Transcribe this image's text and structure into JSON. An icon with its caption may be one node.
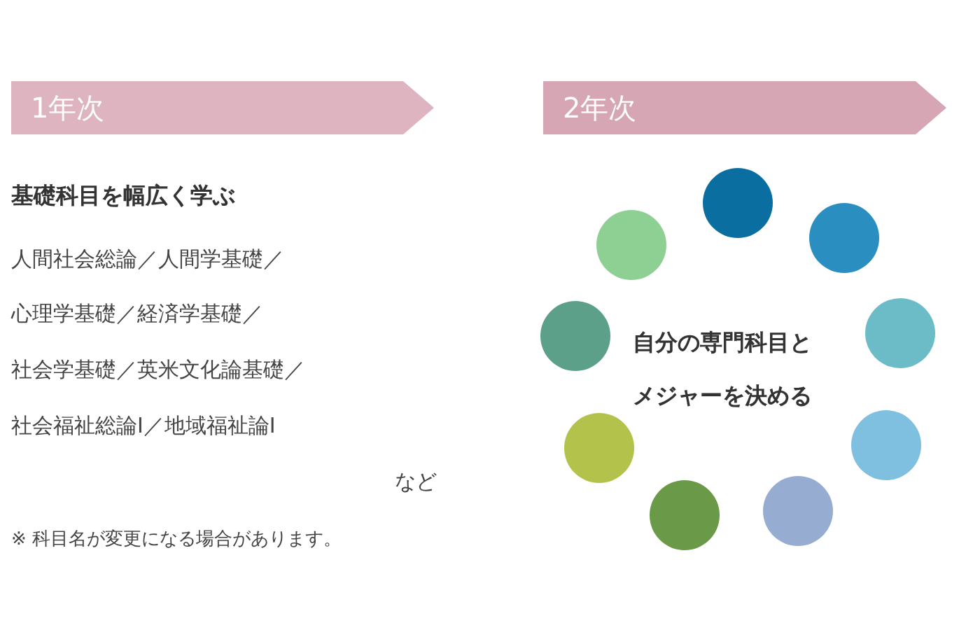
{
  "diagram": {
    "nodes": [
      {
        "text": [
          "1年次"
        ]
      },
      {
        "text": [
          "2年次"
        ]
      }
    ],
    "labels": [
      "基礎科目を幅広く学ぶ",
      "人間社会総論／人間学基礎／",
      "心理学基礎／経済学基礎／",
      "社会学基礎／英米文化論基礎／",
      "社会福祉総論Ⅰ／地域福祉論Ⅰ",
      "など",
      "※ 科目名が変更になる場合があります。",
      "自分の専門科目とメジャーを決める"
    ]
  }
}
